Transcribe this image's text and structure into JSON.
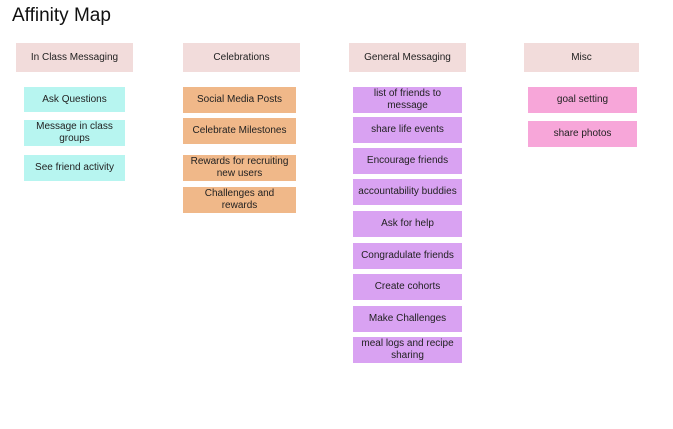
{
  "title": "Affinity Map",
  "colors": {
    "header": "#f2dcdb",
    "in_class": "#b7f5f0",
    "celebrations": "#f0b889",
    "general": "#d9a2f2",
    "misc": "#f7a6d9"
  },
  "columns": {
    "in_class": {
      "header": "In Class Messaging",
      "notes": [
        "Ask Questions",
        "Message in class groups",
        "See friend activity"
      ]
    },
    "celebrations": {
      "header": "Celebrations",
      "notes": [
        "Social Media Posts",
        "Celebrate Milestones",
        "Rewards for recruiting new users",
        "Challenges and rewards"
      ]
    },
    "general": {
      "header": "General Messaging",
      "notes": [
        "list of friends to message",
        "share life events",
        "Encourage friends",
        "accountability buddies",
        "Ask for help",
        "Congradulate friends",
        "Create cohorts",
        "Make Challenges",
        "meal logs and recipe sharing"
      ]
    },
    "misc": {
      "header": "Misc",
      "notes": [
        "goal setting",
        "share photos"
      ]
    }
  }
}
